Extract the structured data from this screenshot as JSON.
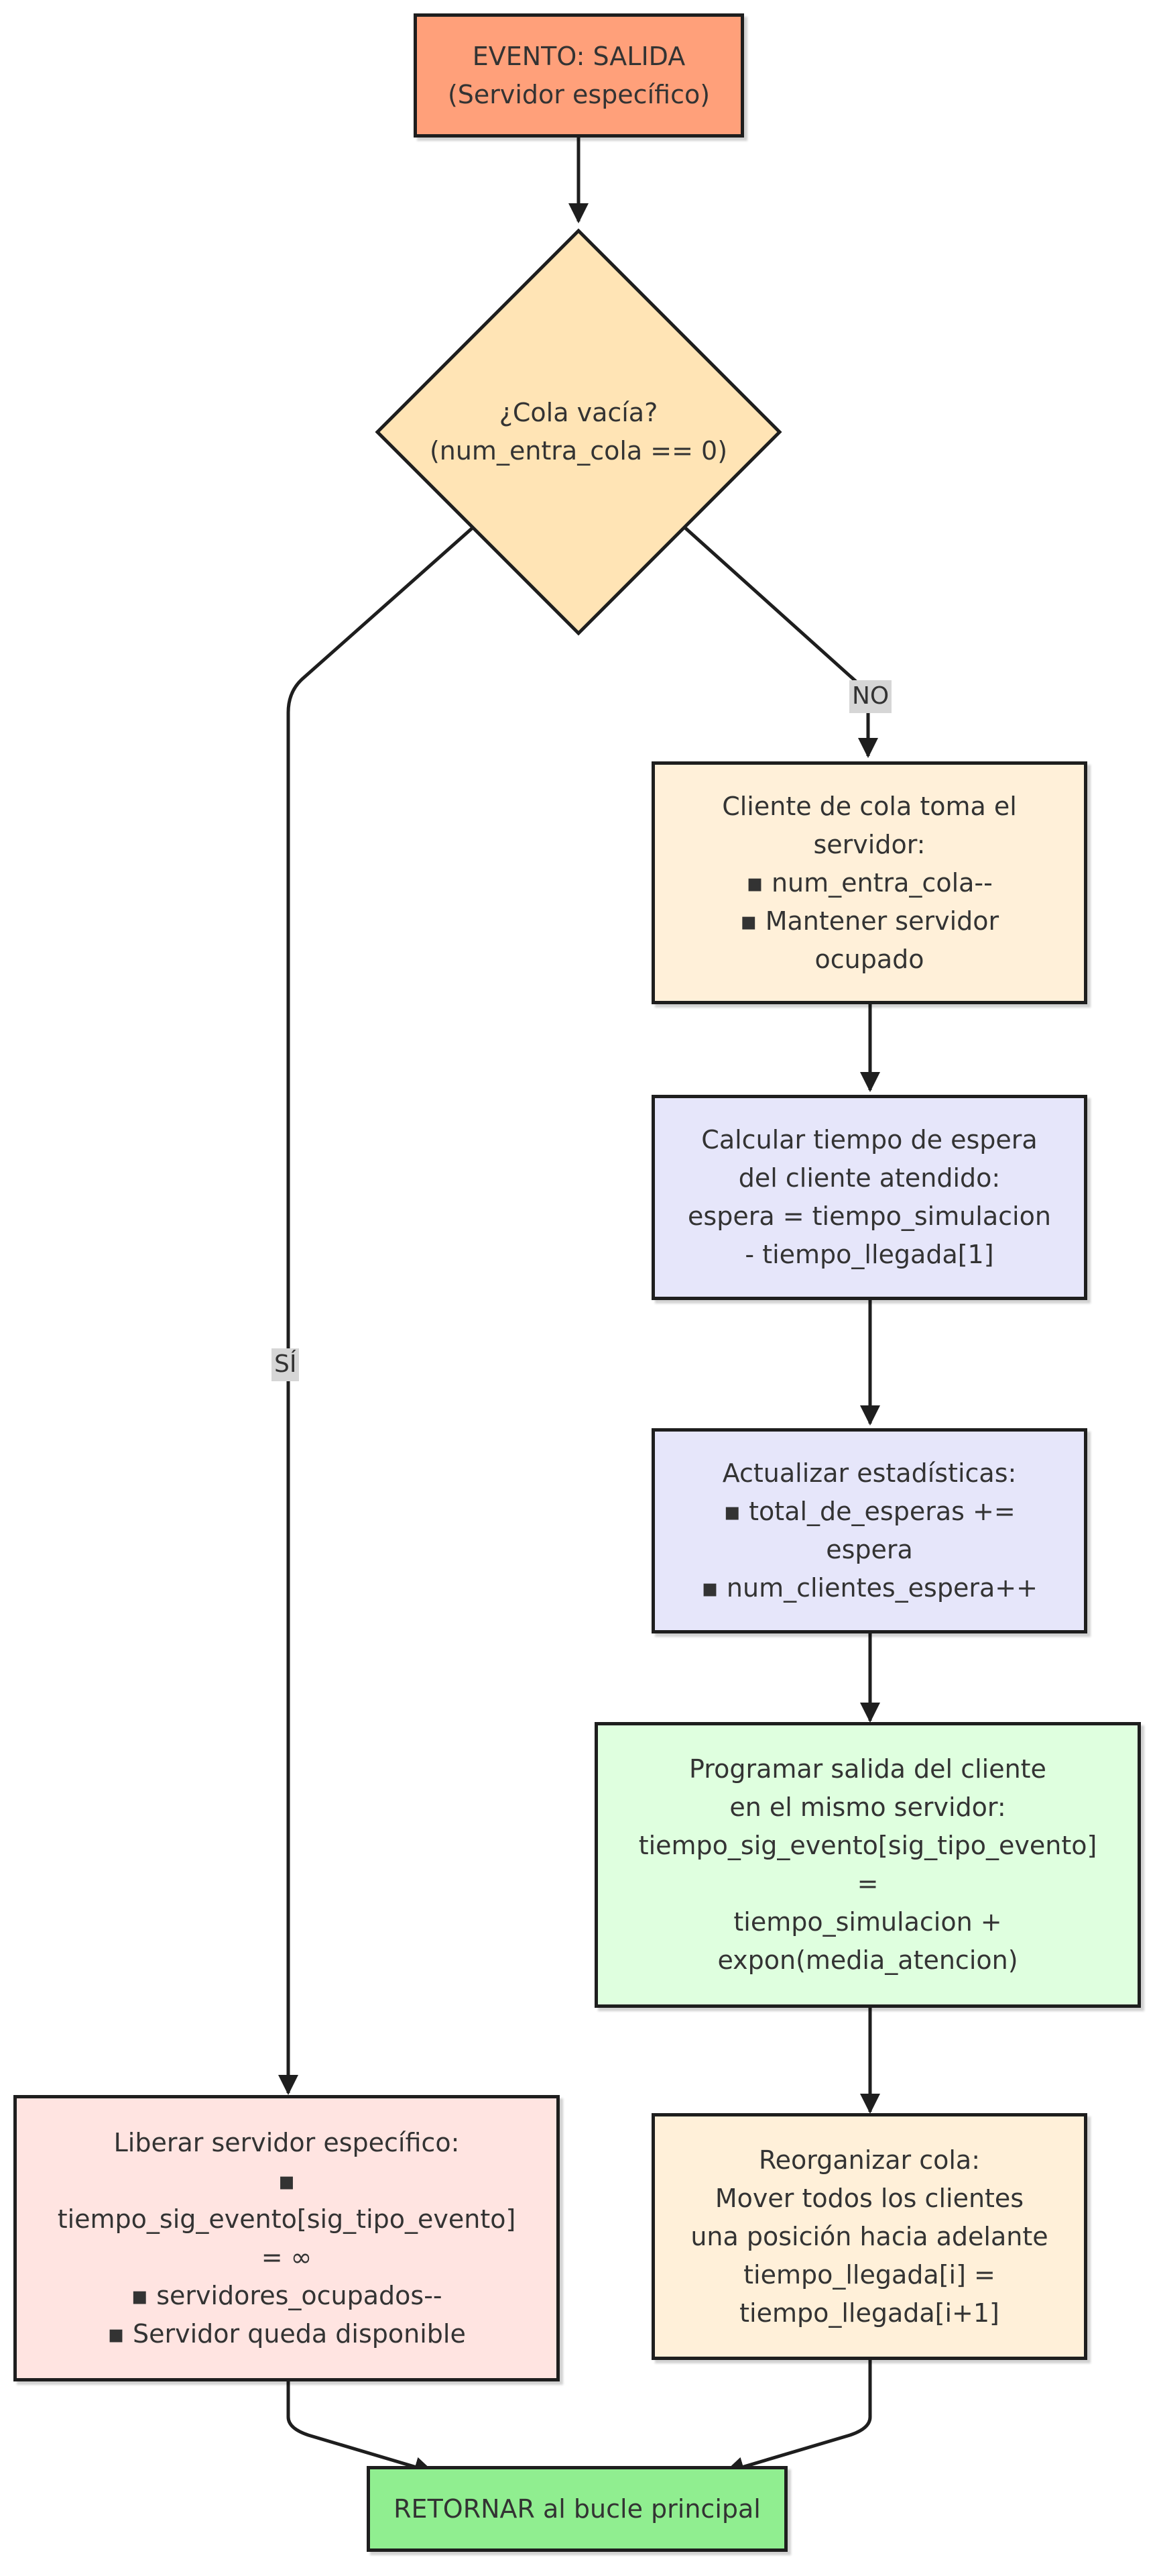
{
  "nodes": {
    "start": {
      "lines": [
        "EVENTO: SALIDA",
        "(Servidor específico)"
      ],
      "fill": "#ffa07a"
    },
    "decision": {
      "lines": [
        "¿Cola vacía?",
        "(num_entra_cola == 0)"
      ],
      "fill": "#ffe4b5"
    },
    "take_server": {
      "lines": [
        "Cliente de cola toma el",
        "servidor:",
        "▪ num_entra_cola--",
        "▪ Mantener servidor",
        "ocupado"
      ],
      "fill": "#fff0d9"
    },
    "calc_wait": {
      "lines": [
        "Calcular tiempo de espera",
        "del cliente atendido:",
        "espera = tiempo_simulacion",
        "- tiempo_llegada[1]"
      ],
      "fill": "#e6e6fa"
    },
    "update_stats": {
      "lines": [
        "Actualizar estadísticas:",
        "▪ total_de_esperas +=",
        "espera",
        "▪ num_clientes_espera++"
      ],
      "fill": "#e6e6fa"
    },
    "schedule_exit": {
      "lines": [
        "Programar salida del cliente",
        "en el mismo servidor:",
        "tiempo_sig_evento[sig_tipo_evento]",
        "=",
        "tiempo_simulacion +",
        "expon(media_atencion)"
      ],
      "fill": "#dfffdf"
    },
    "reorder_queue": {
      "lines": [
        "Reorganizar cola:",
        "Mover todos los clientes",
        "una posición hacia adelante",
        "tiempo_llegada[i] =",
        "tiempo_llegada[i+1]"
      ],
      "fill": "#fff0d9"
    },
    "free_server": {
      "lines": [
        "Liberar servidor específico:",
        "▪",
        "tiempo_sig_evento[sig_tipo_evento]",
        "= ∞",
        "▪ servidores_ocupados--",
        "▪ Servidor queda disponible"
      ],
      "fill": "#ffe4e1"
    },
    "return": {
      "lines": [
        "RETORNAR al bucle principal"
      ],
      "fill": "#90ee90"
    }
  },
  "edge_labels": {
    "yes": "SÍ",
    "no": "NO"
  }
}
